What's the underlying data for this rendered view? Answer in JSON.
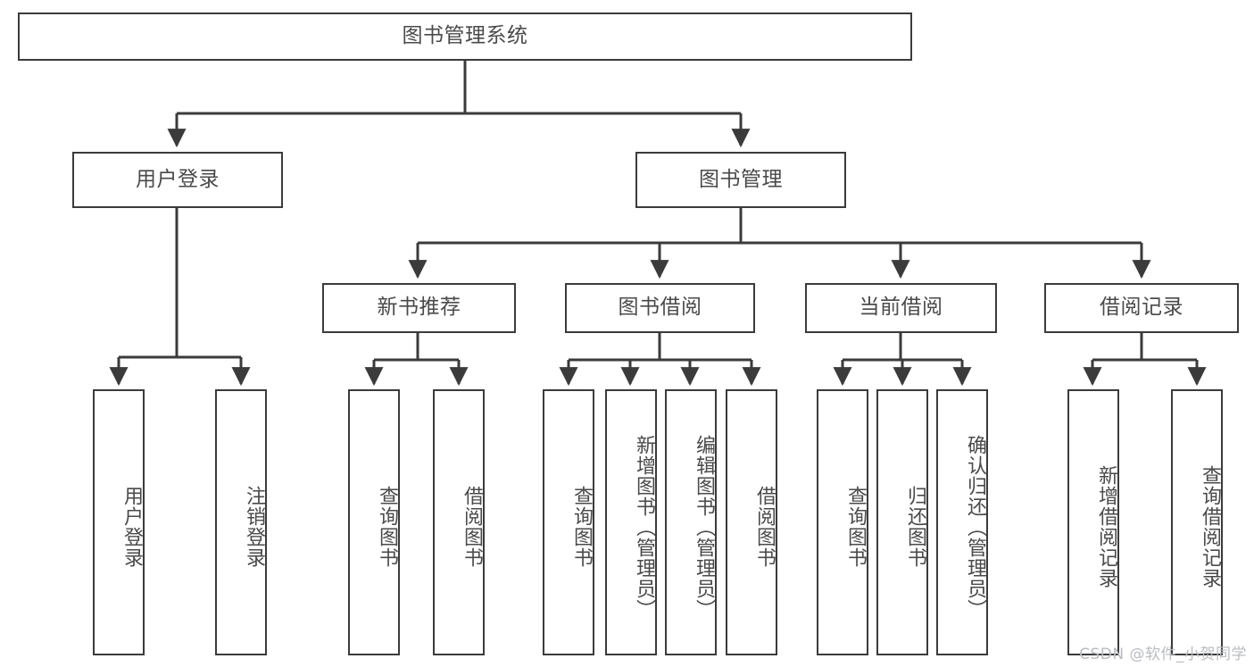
{
  "diagram": {
    "title": "图书管理系统",
    "watermark": "CSDN @软件_小贺同学",
    "line_color": "#3b3b3b",
    "text_color": "#4a4a4a",
    "background": "#ffffff",
    "nodes": {
      "root": "图书管理系统",
      "level2": {
        "user_login": "用户登录",
        "book_manage": "图书管理"
      },
      "level3": {
        "new_book_recommend": "新书推荐",
        "book_borrow": "图书借阅",
        "current_borrow": "当前借阅",
        "borrow_record": "借阅记录"
      },
      "leaves": {
        "user_login_1": "用户登录",
        "user_login_2": "注销登录",
        "recommend_1": "查询图书",
        "recommend_2": "借阅图书",
        "borrow_1": "查询图书",
        "borrow_2": "新增图书（管理员）",
        "borrow_3": "编辑图书（管理员）",
        "borrow_4": "借阅图书",
        "current_1": "查询图书",
        "current_2": "归还图书",
        "current_3": "确认归还（管理员）",
        "record_1": "新增借阅记录",
        "record_2": "查询借阅记录"
      }
    }
  }
}
